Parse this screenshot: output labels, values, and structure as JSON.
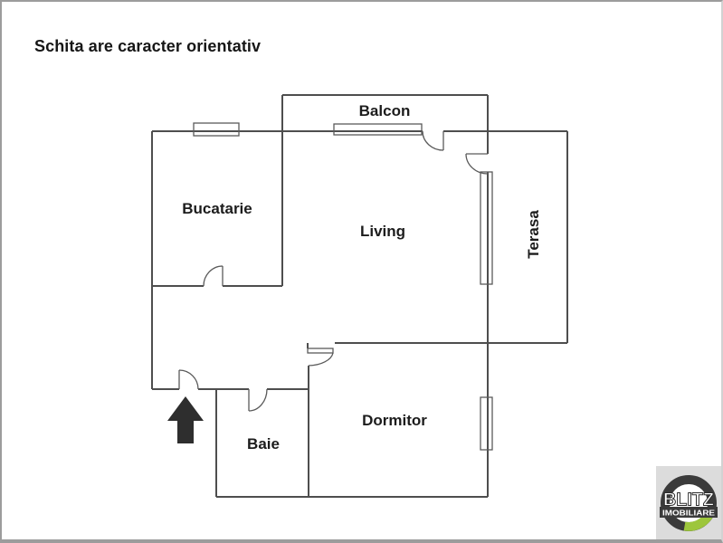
{
  "title": "Schita are caracter orientativ",
  "rooms": [
    {
      "id": "balcon",
      "label": "Balcon"
    },
    {
      "id": "bucatarie",
      "label": "Bucatarie"
    },
    {
      "id": "living",
      "label": "Living"
    },
    {
      "id": "terasa",
      "label": "Terasa"
    },
    {
      "id": "dormitor",
      "label": "Dormitor"
    },
    {
      "id": "baie",
      "label": "Baie"
    }
  ],
  "logo": {
    "brand": "BLITZ",
    "tagline": "IMOBILIARE"
  },
  "colors": {
    "wall": "#4e4e4e",
    "thin_line": "#5a5a5a",
    "text": "#1c1c1c",
    "entrance_arrow": "#2e2e2e",
    "logo_ring": "#3b3b3b",
    "logo_accent_green": "#9dc63c",
    "logo_background": "#dcdcdc",
    "frame_border": "#9c9c9c"
  }
}
